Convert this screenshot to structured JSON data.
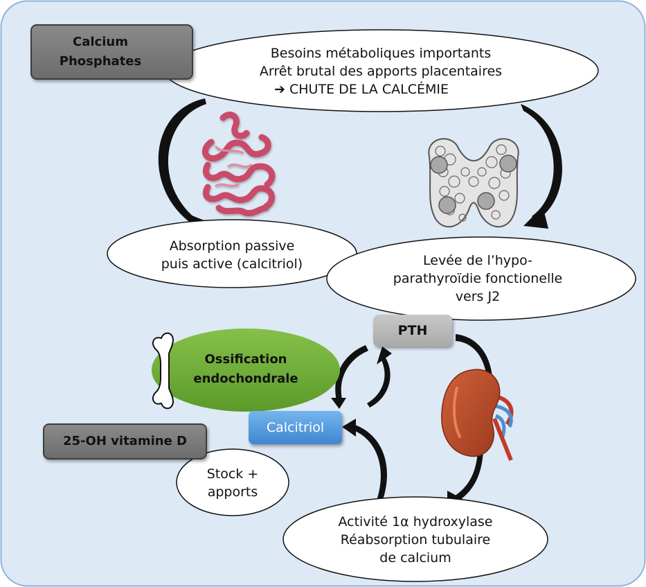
{
  "nodes": {
    "calcium_phosphates": {
      "lines": [
        "Calcium",
        "Phosphates"
      ]
    },
    "besoins": {
      "lines": [
        "Besoins métaboliques importants",
        "Arrêt brutal des apports placentaires"
      ],
      "arrow_glyph": "➔",
      "conclusion": "CHUTE DE LA CALCÉMIE"
    },
    "absorption": {
      "lines": [
        "Absorption passive",
        "puis active (calcitriol)"
      ]
    },
    "levee": {
      "lines": [
        "Levée de l’hypo-",
        "parathyroïdie fonctionelle",
        "vers J2"
      ]
    },
    "pth": {
      "label": "PTH"
    },
    "ossification": {
      "lines": [
        "Ossification",
        "endochondrale"
      ]
    },
    "calcitriol": {
      "label": "Calcitriol"
    },
    "vitamine_d": {
      "label": "25-OH vitamine D"
    },
    "stock": {
      "lines": [
        "Stock +",
        "apports"
      ]
    },
    "activite": {
      "lines": [
        "Activité 1α hydroxylase",
        "Réabsorption tubulaire",
        "de calcium"
      ]
    }
  },
  "icons": [
    "intestine-icon",
    "thyroid-icon",
    "bone-icon",
    "kidney-icon"
  ],
  "colors": {
    "background": "#dde9f5",
    "frame_border": "#8fb3d9",
    "dark_box": "#777777",
    "light_box": "#b8b8b8",
    "green_ellipse": "#6aa532",
    "blue_box": "#5a9ee0",
    "arrow": "#111111",
    "intestine": "#c84b6b",
    "kidney": "#b8492a"
  }
}
